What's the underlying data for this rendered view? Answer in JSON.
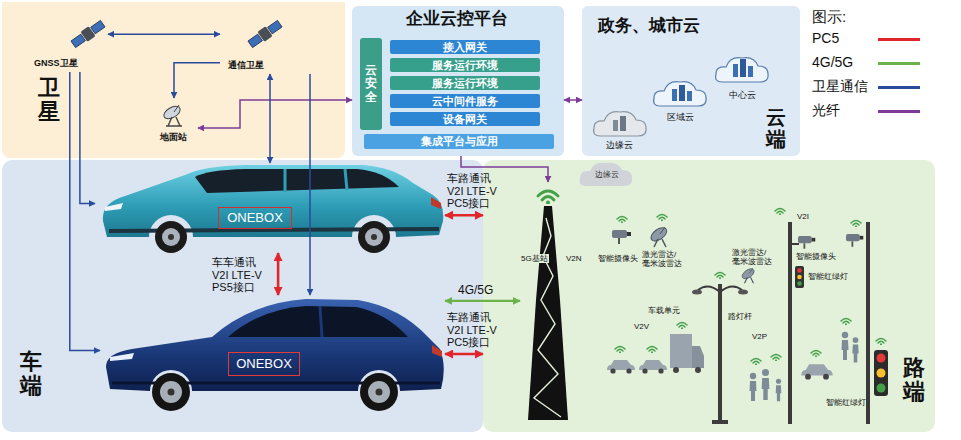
{
  "diagram": {
    "nodes": [
      {
        "text": [
          "卫星"
        ]
      },
      {
        "text": [
          "GNSS卫星"
        ],
        "in": 0
      },
      {
        "text": [
          "通信卫星"
        ],
        "in": 0
      },
      {
        "text": [
          "地面站"
        ],
        "in": 0
      },
      {
        "text": [
          "企业云控平台"
        ]
      },
      {
        "text": [
          "云安全"
        ],
        "in": 4
      },
      {
        "text": [
          "接入网关"
        ],
        "in": 4
      },
      {
        "text": [
          "服务运行环境"
        ],
        "in": 4
      },
      {
        "text": [
          "服务运行环境"
        ],
        "in": 4
      },
      {
        "text": [
          "云中间件服务"
        ],
        "in": 4
      },
      {
        "text": [
          "设备网关"
        ],
        "in": 4
      },
      {
        "text": [
          "集成平台与应用"
        ],
        "in": 4
      },
      {
        "text": [
          "政务、城市云",
          "云端"
        ]
      },
      {
        "text": [
          "中心云"
        ],
        "in": 12
      },
      {
        "text": [
          "区域云"
        ],
        "in": 12
      },
      {
        "text": [
          "边缘云"
        ],
        "in": 12
      },
      {
        "text": [
          "车端"
        ]
      },
      {
        "text": [
          "ONEBOX"
        ],
        "in": 16
      },
      {
        "text": [
          "ONEBOX"
        ],
        "in": 16
      },
      {
        "text": [
          "路端"
        ]
      },
      {
        "text": [
          "5G基站"
        ],
        "in": 19
      }
    ],
    "edges": [
      {
        "from": 1,
        "to": 2,
        "arrow": "both"
      },
      {
        "from": 2,
        "to": 3,
        "arrow": "to"
      },
      {
        "from": 4,
        "to": 3,
        "arrow": "both"
      },
      {
        "from": 4,
        "to": 12,
        "arrow": "both"
      },
      {
        "from": 4,
        "to": 20,
        "arrow": "to"
      },
      {
        "from": 1,
        "to": 17,
        "arrow": "to"
      },
      {
        "from": 1,
        "to": 18,
        "arrow": "to"
      },
      {
        "from": 2,
        "to": 17,
        "arrow": "both"
      },
      {
        "from": 2,
        "to": 18,
        "arrow": "to"
      },
      {
        "from": 17,
        "to": 19,
        "label": "车路通讯 V2I LTE-V PC5接口",
        "arrow": "both"
      },
      {
        "from": 17,
        "to": 18,
        "label": "车车通讯 V2I LTE-V PS5接口",
        "arrow": "both"
      },
      {
        "from": 18,
        "to": 20,
        "label": "4G/5G",
        "arrow": "both"
      },
      {
        "from": 18,
        "to": 19,
        "label": "车路通讯 V2I LTE-V PC5接口",
        "arrow": "both"
      }
    ],
    "labels": [
      "图示:",
      "边缘云",
      "V2N",
      "智能摄像头",
      "激光雷达/毫米波雷达",
      "车载单元",
      "V2V",
      "路灯杆",
      "激光雷达/毫米波雷达",
      "V2I",
      "智能摄像头",
      "智能红绿灯",
      "V2P",
      "智能红绿灯"
    ],
    "legend": [
      {
        "text": "PC5"
      },
      {
        "text": "4G/5G"
      },
      {
        "text": "卫星通信"
      },
      {
        "text": "光纤"
      }
    ]
  }
}
